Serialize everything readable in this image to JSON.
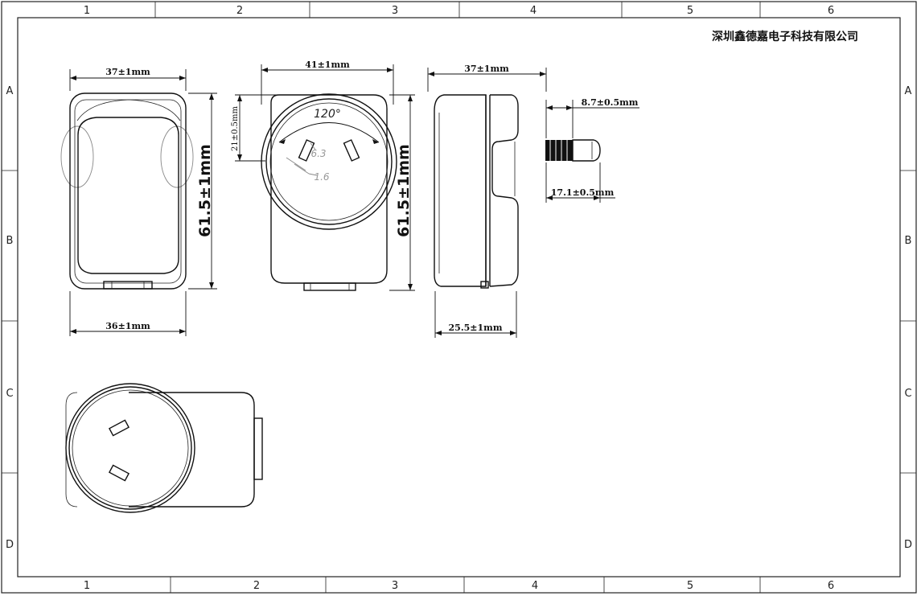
{
  "title_block": {
    "company": "深圳鑫德嘉电子科技有限公司"
  },
  "frame": {
    "columns": [
      "1",
      "2",
      "3",
      "4",
      "5",
      "6"
    ],
    "rows": [
      "A",
      "B",
      "C",
      "D"
    ]
  },
  "dimensions": {
    "front_width_top": "37±1mm",
    "front_width_bottom": "36±1mm",
    "front_height": "61.5±1mm",
    "face_width": "41±1mm",
    "face_pin_offset": "21±0.5mm",
    "face_height": "61.5±1mm",
    "face_angle": "120°",
    "pin_length": "6.3",
    "pin_thickness": "1.6",
    "side_width": "37±1mm",
    "side_depth": "25.5±1mm",
    "pin_width": "8.7±0.5mm",
    "pin_projection": "17.1±0.5mm"
  }
}
